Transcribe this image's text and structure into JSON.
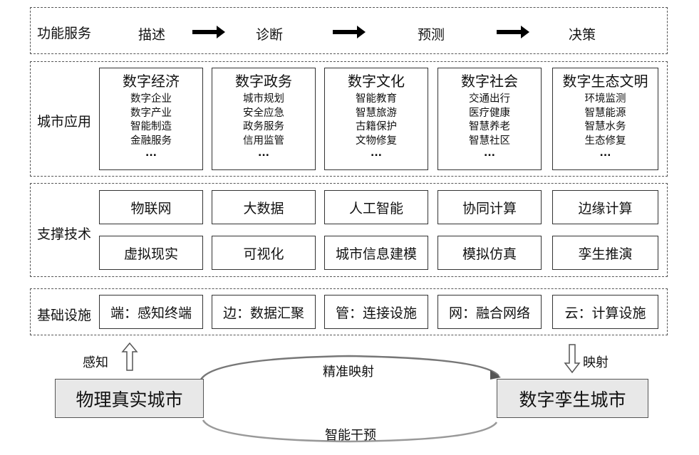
{
  "service": {
    "label": "功能服务",
    "steps": [
      "描述",
      "诊断",
      "预测",
      "决策"
    ]
  },
  "applications": {
    "label": "城市应用",
    "columns": [
      {
        "title": "数字经济",
        "items": [
          "数字企业",
          "数字产业",
          "智能制造",
          "金融服务"
        ],
        "more": "..."
      },
      {
        "title": "数字政务",
        "items": [
          "城市规划",
          "安全应急",
          "政务服务",
          "信用监管"
        ],
        "more": "..."
      },
      {
        "title": "数字文化",
        "items": [
          "智能教育",
          "智慧旅游",
          "古籍保护",
          "文物修复"
        ],
        "more": "..."
      },
      {
        "title": "数字社会",
        "items": [
          "交通出行",
          "医疗健康",
          "智慧养老",
          "智慧社区"
        ],
        "more": "..."
      },
      {
        "title": "数字生态文明",
        "items": [
          "环境监测",
          "智慧能源",
          "智慧水务",
          "生态修复"
        ],
        "more": "..."
      }
    ]
  },
  "technology": {
    "label": "支撑技术",
    "row1": [
      "物联网",
      "大数据",
      "人工智能",
      "协同计算",
      "边缘计算"
    ],
    "row2": [
      "虚拟现实",
      "可视化",
      "城市信息建模",
      "模拟仿真",
      "孪生推演"
    ]
  },
  "infrastructure": {
    "label": "基础设施",
    "items": [
      "端：感知终端",
      "边：数据汇聚",
      "管：连接设施",
      "网：融合网络",
      "云：计算设施"
    ]
  },
  "bottom": {
    "physical_city": "物理真实城市",
    "digital_city": "数字孪生城市",
    "perceive": "感知",
    "map": "映射",
    "precise_mapping": "精准映射",
    "smart_intervention": "智能干预"
  }
}
